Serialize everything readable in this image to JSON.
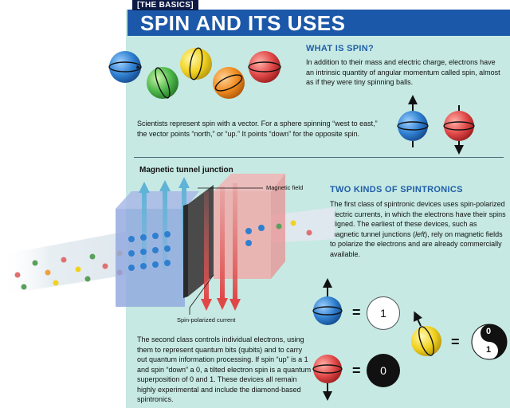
{
  "tag": "[THE BASICS]",
  "title": "SPIN AND ITS USES",
  "what_is_spin": {
    "heading": "WHAT IS SPIN?",
    "text": "In addition to their mass and electric charge, electrons have an intrinsic quantity of angular momentum called spin, almost as if they were tiny spinning balls."
  },
  "vector_text": "Scientists represent spin with a vector. For a sphere spinning “west to east,” the vector points “north,” or “up.” It points “down” for the opposite spin.",
  "mtj": {
    "heading": "Magnetic tunnel junction",
    "field_label": "Magnetic field",
    "current_label": "Spin-polarized current"
  },
  "two_kinds": {
    "heading": "TWO KINDS OF SPINTRONICS",
    "text_before": "The first class of spintronic devices uses spin-polarized electric currents, in which the electrons have their spins aligned. The earliest of these devices, such as magnetic tunnel junctions (",
    "text_em": "left",
    "text_after": "), rely on magnetic fields to polarize the electrons and are already commercially available."
  },
  "second_class": "The second class controls individual electrons, using them to represent quantum bits (qubits) and to carry out quantum information processing. If spin “up” is a 1 and spin “down” a 0, a tilted electron spin is a quantum superposition of 0 and 1. These devices all remain highly experimental and include the diamond-based spintronics.",
  "qubits": {
    "eq": "=",
    "one": "1",
    "zero": "0",
    "super_top": "0",
    "super_bottom": "1"
  },
  "colors": {
    "title_bar": "#1c58a9",
    "panel": "#c6e9e3",
    "heading": "#1f5ea8",
    "blue_sphere": "#2f7fd0",
    "red_sphere": "#e04848",
    "green_sphere": "#4db84a",
    "yellow_sphere": "#f2d21f",
    "orange_sphere": "#f08a1e"
  }
}
